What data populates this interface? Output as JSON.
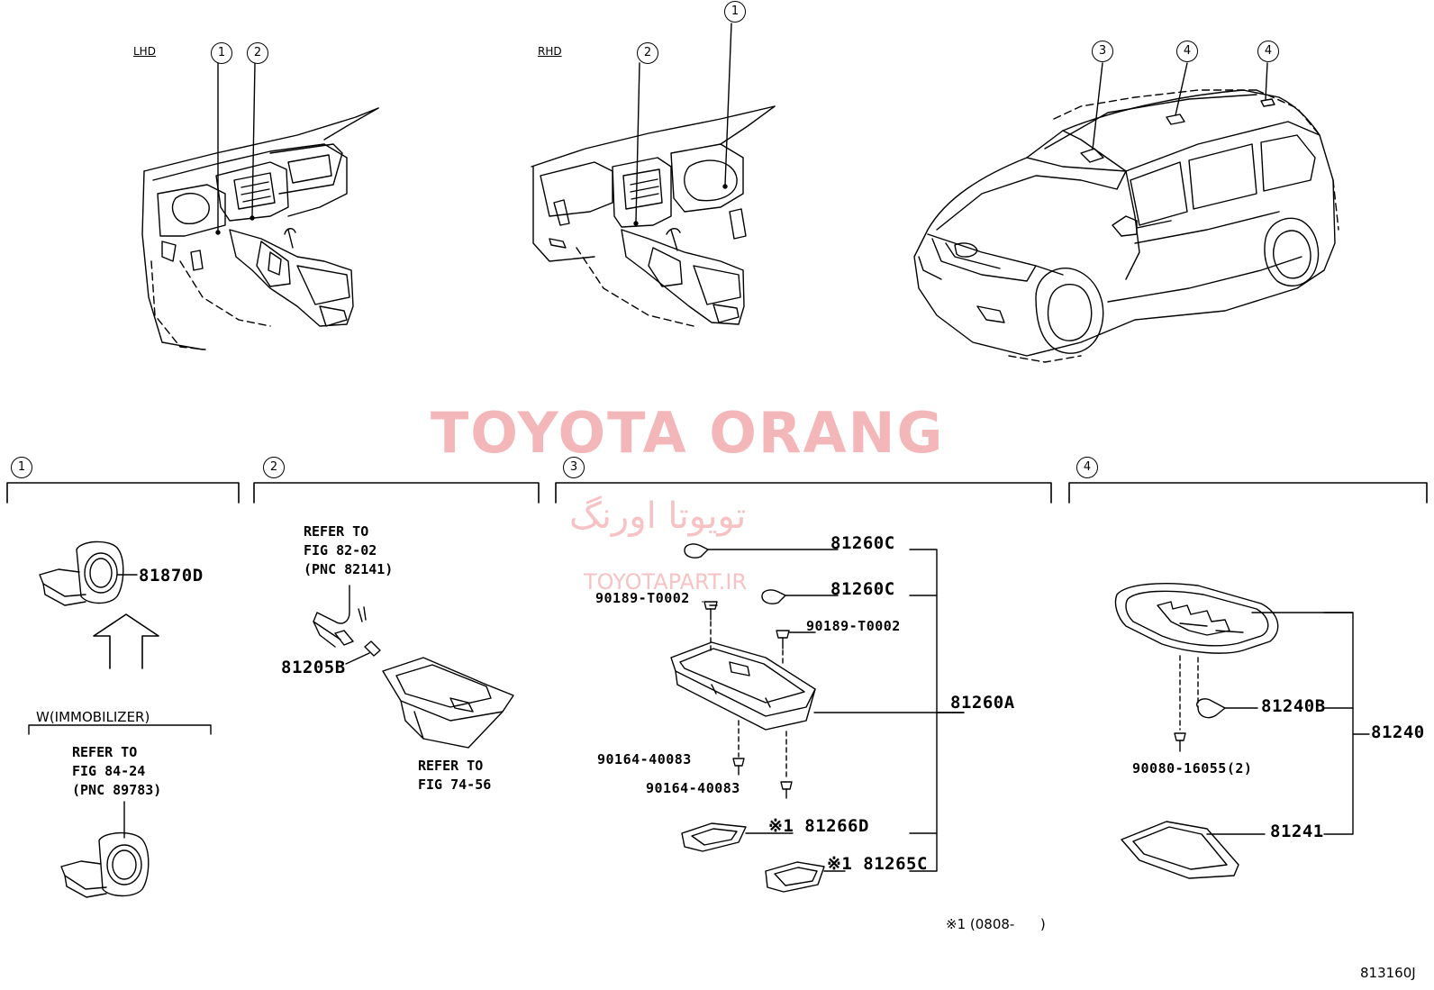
{
  "views": {
    "lhd": "LHD",
    "rhd": "RHD"
  },
  "callouts": {
    "c1": "1",
    "c2": "2",
    "c3": "3",
    "c4": "4"
  },
  "watermark": {
    "main": "TOYOTA ORANG",
    "persian": "تویوتا اورنگ",
    "url": "TOYOTAPART.IR",
    "color": "#f2a6a8"
  },
  "section1": {
    "part": "81870D",
    "condition": "W(IMMOBILIZER)",
    "refer": [
      "REFER TO",
      "FIG 84-24",
      "(PNC 89783)"
    ]
  },
  "section2": {
    "refer_top": [
      "REFER TO",
      "FIG 82-02",
      "(PNC 82141)"
    ],
    "part": "81205B",
    "refer_bottom": [
      "REFER TO",
      "FIG 74-56"
    ]
  },
  "section3": {
    "bulb_1": "81260C",
    "bulb_2": "81260C",
    "clip_left": "90189-T0002",
    "clip_right": "90189-T0002",
    "assembly": "81260A",
    "screw_1": "90164-40083",
    "screw_2": "90164-40083",
    "lens_1": "※1 81266D",
    "lens_2": "※1 81265C"
  },
  "section4": {
    "bulb": "81240B",
    "assembly": "81240",
    "screw": "90080-16055(2)",
    "lens": "81241"
  },
  "footnote": "※1 (0808-      )",
  "figure_code": "813160J"
}
